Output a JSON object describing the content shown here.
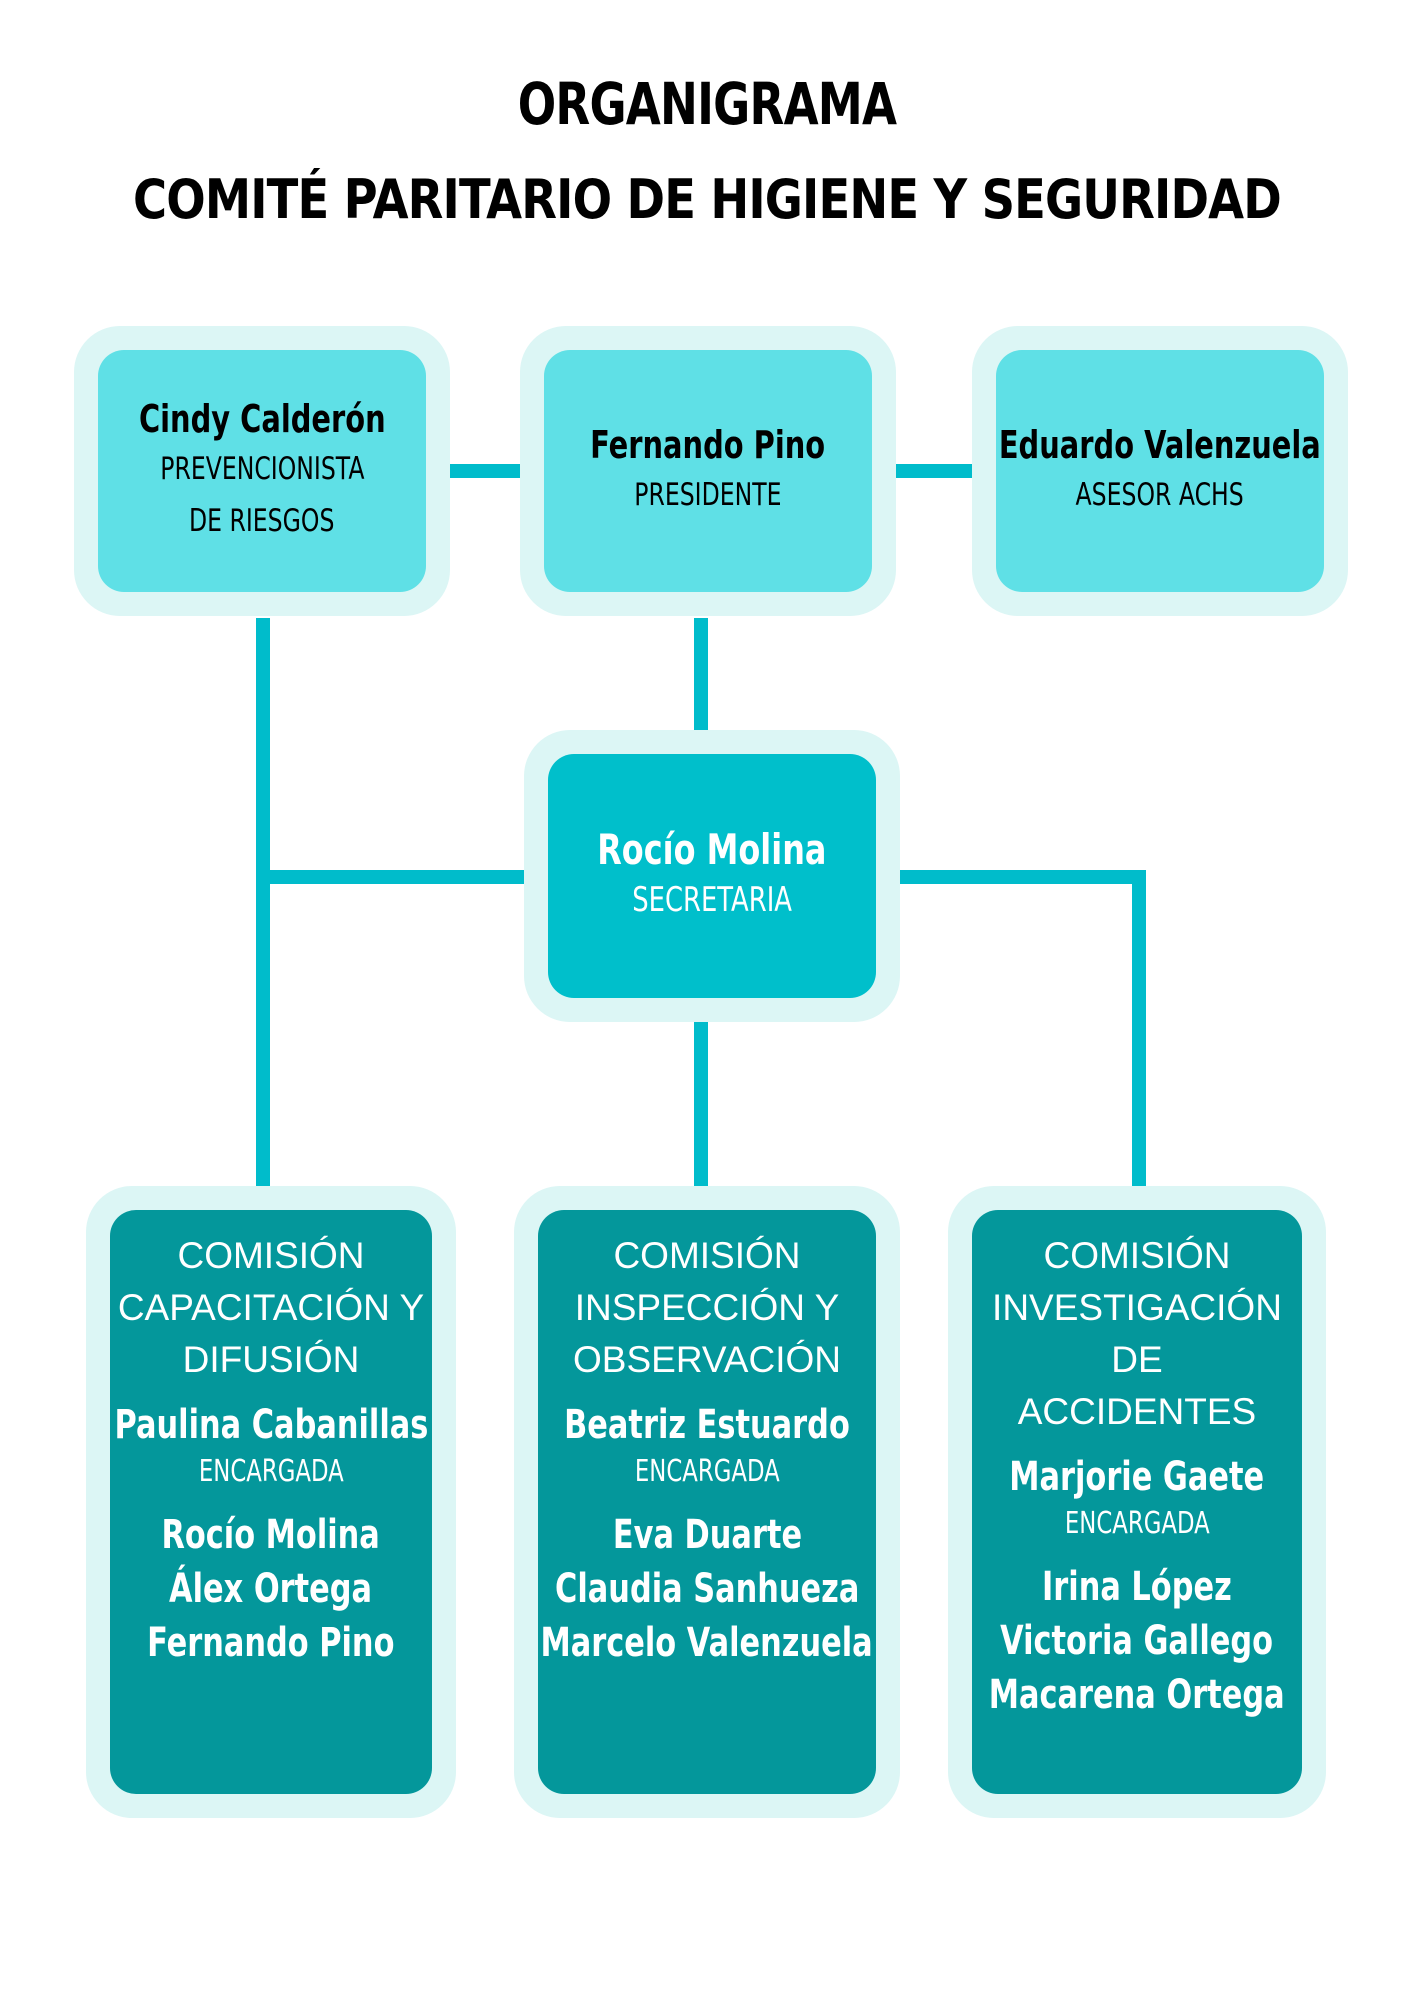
{
  "title": "ORGANIGRAMA",
  "subtitle": "COMITÉ PARITARIO DE HIGIENE Y SEGURIDAD",
  "top_row": [
    {
      "name": "Cindy Calderón",
      "role_line1": "PREVENCIONISTA",
      "role_line2": "DE RIESGOS"
    },
    {
      "name": "Fernando Pino",
      "role_line1": "PRESIDENTE"
    },
    {
      "name": "Eduardo Valenzuela",
      "role_line1": "ASESOR ACHS"
    }
  ],
  "secretary": {
    "name": "Rocío Molina",
    "role": "SECRETARIA"
  },
  "commissions": [
    {
      "title_lines": [
        "COMISIÓN",
        "CAPACITACIÓN Y",
        "DIFUSIÓN"
      ],
      "head": "Paulina Cabanillas",
      "head_role": "ENCARGADA",
      "members": [
        "Rocío Molina",
        "Álex Ortega",
        "Fernando Pino"
      ]
    },
    {
      "title_lines": [
        "COMISIÓN",
        "INSPECCIÓN Y",
        "OBSERVACIÓN"
      ],
      "head": "Beatriz Estuardo",
      "head_role": "ENCARGADA",
      "members": [
        "Eva Duarte",
        "Claudia Sanhueza",
        "Marcelo Valenzuela"
      ]
    },
    {
      "title_lines": [
        "COMISIÓN",
        "INVESTIGACIÓN DE",
        "ACCIDENTES"
      ],
      "head": "Marjorie Gaete",
      "head_role": "ENCARGADA",
      "members": [
        "Irina López",
        "Victoria Gallego",
        "Macarena Ortega"
      ]
    }
  ],
  "colors": {
    "line": "#00bccb",
    "halo": "#dcf6f5",
    "top_box": "#5fe0e6",
    "secretary_box": "#00bfcb",
    "commission_box": "#04979b"
  }
}
